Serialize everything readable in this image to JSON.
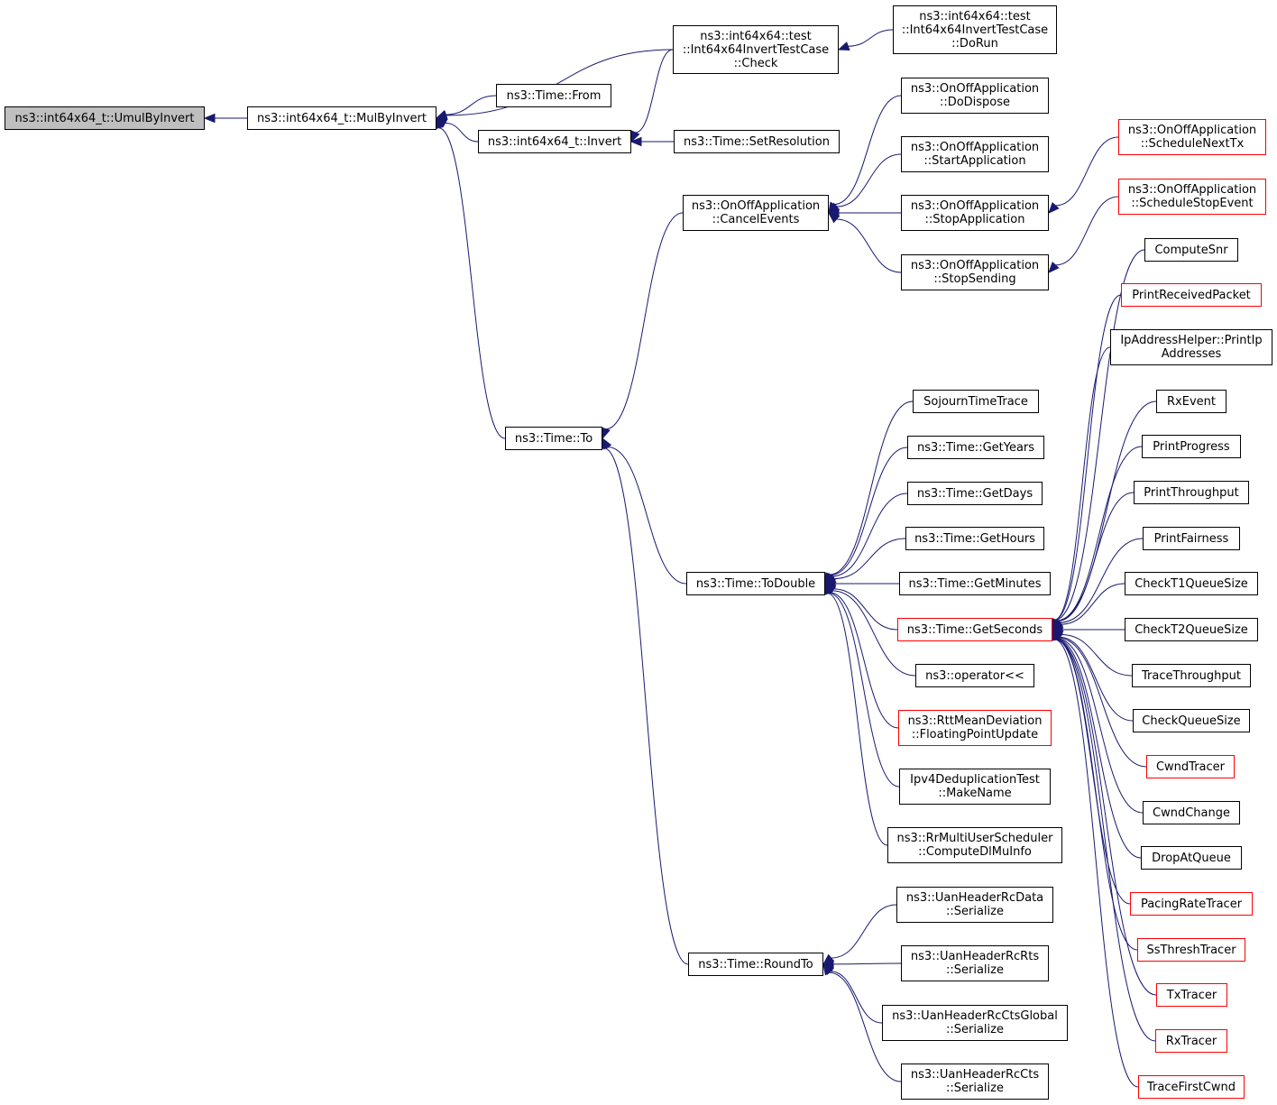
{
  "colors": {
    "edge": "#191970",
    "border": "#000000",
    "truncated_border": "#ff0000",
    "root_fill": "#bfbfbf"
  },
  "nodes": [
    {
      "id": "umul",
      "lines": [
        "ns3::int64x64_t::UmulByInvert"
      ],
      "root": true
    },
    {
      "id": "mulbyinvert",
      "lines": [
        "ns3::int64x64_t::MulByInvert"
      ]
    },
    {
      "id": "check",
      "lines": [
        "ns3::int64x64::test",
        "::Int64x64InvertTestCase",
        "::Check"
      ]
    },
    {
      "id": "dorun",
      "lines": [
        "ns3::int64x64::test",
        "::Int64x64InvertTestCase",
        "::DoRun"
      ]
    },
    {
      "id": "from",
      "lines": [
        "ns3::Time::From"
      ]
    },
    {
      "id": "invert",
      "lines": [
        "ns3::int64x64_t::Invert"
      ]
    },
    {
      "id": "setres",
      "lines": [
        "ns3::Time::SetResolution"
      ]
    },
    {
      "id": "dodispose",
      "lines": [
        "ns3::OnOffApplication",
        "::DoDispose"
      ]
    },
    {
      "id": "startapp",
      "lines": [
        "ns3::OnOffApplication",
        "::StartApplication"
      ]
    },
    {
      "id": "cancel",
      "lines": [
        "ns3::OnOffApplication",
        "::CancelEvents"
      ]
    },
    {
      "id": "stopapp",
      "lines": [
        "ns3::OnOffApplication",
        "::StopApplication"
      ]
    },
    {
      "id": "stopsend",
      "lines": [
        "ns3::OnOffApplication",
        "::StopSending"
      ]
    },
    {
      "id": "schednext",
      "lines": [
        "ns3::OnOffApplication",
        "::ScheduleNextTx"
      ],
      "truncated": true
    },
    {
      "id": "schedstop",
      "lines": [
        "ns3::OnOffApplication",
        "::ScheduleStopEvent"
      ],
      "truncated": true
    },
    {
      "id": "to",
      "lines": [
        "ns3::Time::To"
      ]
    },
    {
      "id": "todouble",
      "lines": [
        "ns3::Time::ToDouble"
      ]
    },
    {
      "id": "roundto",
      "lines": [
        "ns3::Time::RoundTo"
      ]
    },
    {
      "id": "sojourn",
      "lines": [
        "SojournTimeTrace"
      ]
    },
    {
      "id": "getyears",
      "lines": [
        "ns3::Time::GetYears"
      ]
    },
    {
      "id": "getdays",
      "lines": [
        "ns3::Time::GetDays"
      ]
    },
    {
      "id": "gethours",
      "lines": [
        "ns3::Time::GetHours"
      ]
    },
    {
      "id": "getminutes",
      "lines": [
        "ns3::Time::GetMinutes"
      ]
    },
    {
      "id": "getseconds",
      "lines": [
        "ns3::Time::GetSeconds"
      ],
      "truncated": true
    },
    {
      "id": "operator",
      "lines": [
        "ns3::operator<<"
      ]
    },
    {
      "id": "rtt",
      "lines": [
        "ns3::RttMeanDeviation",
        "::FloatingPointUpdate"
      ],
      "truncated": true
    },
    {
      "id": "ipv4dedup",
      "lines": [
        "Ipv4DeduplicationTest",
        "::MakeName"
      ]
    },
    {
      "id": "rrmulti",
      "lines": [
        "ns3::RrMultiUserScheduler",
        "::ComputeDlMuInfo"
      ]
    },
    {
      "id": "uandata",
      "lines": [
        "ns3::UanHeaderRcData",
        "::Serialize"
      ]
    },
    {
      "id": "uanrts",
      "lines": [
        "ns3::UanHeaderRcRts",
        "::Serialize"
      ]
    },
    {
      "id": "uanctsg",
      "lines": [
        "ns3::UanHeaderRcCtsGlobal",
        "::Serialize"
      ]
    },
    {
      "id": "uancts",
      "lines": [
        "ns3::UanHeaderRcCts",
        "::Serialize"
      ]
    },
    {
      "id": "computesnr",
      "lines": [
        "ComputeSnr"
      ]
    },
    {
      "id": "printrecv",
      "lines": [
        "PrintReceivedPacket"
      ],
      "truncated": true
    },
    {
      "id": "ipaddr",
      "lines": [
        "IpAddressHelper::PrintIp",
        "Addresses"
      ]
    },
    {
      "id": "rxevent",
      "lines": [
        "RxEvent"
      ]
    },
    {
      "id": "printprog",
      "lines": [
        "PrintProgress"
      ]
    },
    {
      "id": "printthru",
      "lines": [
        "PrintThroughput"
      ]
    },
    {
      "id": "printfair",
      "lines": [
        "PrintFairness"
      ]
    },
    {
      "id": "checkt1",
      "lines": [
        "CheckT1QueueSize"
      ]
    },
    {
      "id": "checkt2",
      "lines": [
        "CheckT2QueueSize"
      ]
    },
    {
      "id": "tracethru",
      "lines": [
        "TraceThroughput"
      ]
    },
    {
      "id": "checkq",
      "lines": [
        "CheckQueueSize"
      ]
    },
    {
      "id": "cwndtracer",
      "lines": [
        "CwndTracer"
      ],
      "truncated": true
    },
    {
      "id": "cwndchange",
      "lines": [
        "CwndChange"
      ]
    },
    {
      "id": "dropatq",
      "lines": [
        "DropAtQueue"
      ]
    },
    {
      "id": "pacing",
      "lines": [
        "PacingRateTracer"
      ],
      "truncated": true
    },
    {
      "id": "ssthresh",
      "lines": [
        "SsThreshTracer"
      ],
      "truncated": true
    },
    {
      "id": "txtracer",
      "lines": [
        "TxTracer"
      ],
      "truncated": true
    },
    {
      "id": "rxtracer",
      "lines": [
        "RxTracer"
      ],
      "truncated": true
    },
    {
      "id": "tracefirst",
      "lines": [
        "TraceFirstCwnd"
      ],
      "truncated": true
    }
  ],
  "edges": [
    {
      "from": "mulbyinvert",
      "to": "umul"
    },
    {
      "from": "check",
      "to": "mulbyinvert"
    },
    {
      "from": "from",
      "to": "mulbyinvert"
    },
    {
      "from": "invert",
      "to": "mulbyinvert"
    },
    {
      "from": "to",
      "to": "mulbyinvert"
    },
    {
      "from": "dorun",
      "to": "check"
    },
    {
      "from": "check",
      "to": "invert"
    },
    {
      "from": "setres",
      "to": "invert"
    },
    {
      "from": "cancel",
      "to": "to"
    },
    {
      "from": "todouble",
      "to": "to"
    },
    {
      "from": "roundto",
      "to": "to"
    },
    {
      "from": "dodispose",
      "to": "cancel"
    },
    {
      "from": "startapp",
      "to": "cancel"
    },
    {
      "from": "stopapp",
      "to": "cancel"
    },
    {
      "from": "stopsend",
      "to": "cancel"
    },
    {
      "from": "schednext",
      "to": "stopapp"
    },
    {
      "from": "schedstop",
      "to": "stopsend"
    },
    {
      "from": "sojourn",
      "to": "todouble"
    },
    {
      "from": "getyears",
      "to": "todouble"
    },
    {
      "from": "getdays",
      "to": "todouble"
    },
    {
      "from": "gethours",
      "to": "todouble"
    },
    {
      "from": "getminutes",
      "to": "todouble"
    },
    {
      "from": "getseconds",
      "to": "todouble"
    },
    {
      "from": "operator",
      "to": "todouble"
    },
    {
      "from": "rtt",
      "to": "todouble"
    },
    {
      "from": "ipv4dedup",
      "to": "todouble"
    },
    {
      "from": "rrmulti",
      "to": "todouble"
    },
    {
      "from": "uandata",
      "to": "roundto"
    },
    {
      "from": "uanrts",
      "to": "roundto"
    },
    {
      "from": "uanctsg",
      "to": "roundto"
    },
    {
      "from": "uancts",
      "to": "roundto"
    },
    {
      "from": "computesnr",
      "to": "getseconds"
    },
    {
      "from": "printrecv",
      "to": "getseconds"
    },
    {
      "from": "ipaddr",
      "to": "getseconds"
    },
    {
      "from": "rxevent",
      "to": "getseconds"
    },
    {
      "from": "printprog",
      "to": "getseconds"
    },
    {
      "from": "printthru",
      "to": "getseconds"
    },
    {
      "from": "printfair",
      "to": "getseconds"
    },
    {
      "from": "checkt1",
      "to": "getseconds"
    },
    {
      "from": "checkt2",
      "to": "getseconds"
    },
    {
      "from": "tracethru",
      "to": "getseconds"
    },
    {
      "from": "checkq",
      "to": "getseconds"
    },
    {
      "from": "cwndtracer",
      "to": "getseconds"
    },
    {
      "from": "cwndchange",
      "to": "getseconds"
    },
    {
      "from": "dropatq",
      "to": "getseconds"
    },
    {
      "from": "pacing",
      "to": "getseconds"
    },
    {
      "from": "ssthresh",
      "to": "getseconds"
    },
    {
      "from": "txtracer",
      "to": "getseconds"
    },
    {
      "from": "rxtracer",
      "to": "getseconds"
    },
    {
      "from": "tracefirst",
      "to": "getseconds"
    }
  ]
}
